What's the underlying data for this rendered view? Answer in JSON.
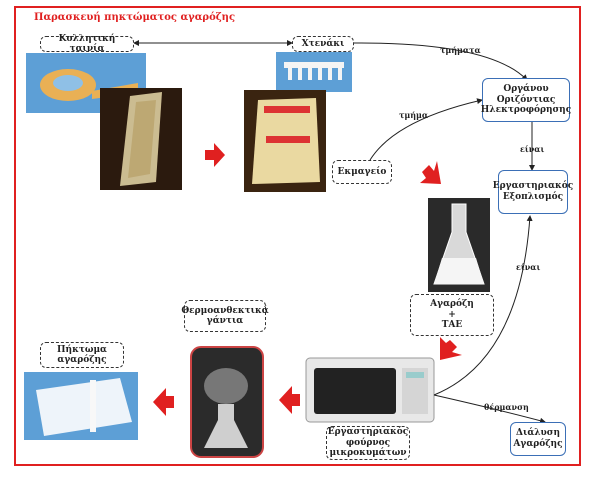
{
  "title": "Παρασκευή πηκτώματος αγαρόζης",
  "labels": {
    "tape": "Κολλητική ταινία",
    "comb": "Χτενάκι",
    "apparatus": "Οργάνου\nΟριζόντιας\nΗλεκτροφόρησης",
    "equipment": "Εργαστηριακός\nΕξοπλισμός",
    "tray": "Εκμαγείο",
    "agarose_tae": "Αγαρόζη\n+\nΤΑΕ",
    "gloves": "Θερμοανθεκτικά\nγάντια",
    "gel": "Πήκτωμα\nαγαρόζης",
    "microwave": "Εργαστηριακός\nφούρνος\nμικροκυμάτων",
    "dissolve": "Διάλυση\nΑγαρόζης"
  },
  "edges": {
    "parts_top": "τμήματα",
    "parts_mid": "τμήμα",
    "is_1": "είναι",
    "is_2": "είναι",
    "heating": "θέρμανση"
  },
  "colors": {
    "frame": "#e02020",
    "arrow": "#e02020",
    "node_border": "#3b6fb6",
    "gel_frame": "#c44"
  }
}
